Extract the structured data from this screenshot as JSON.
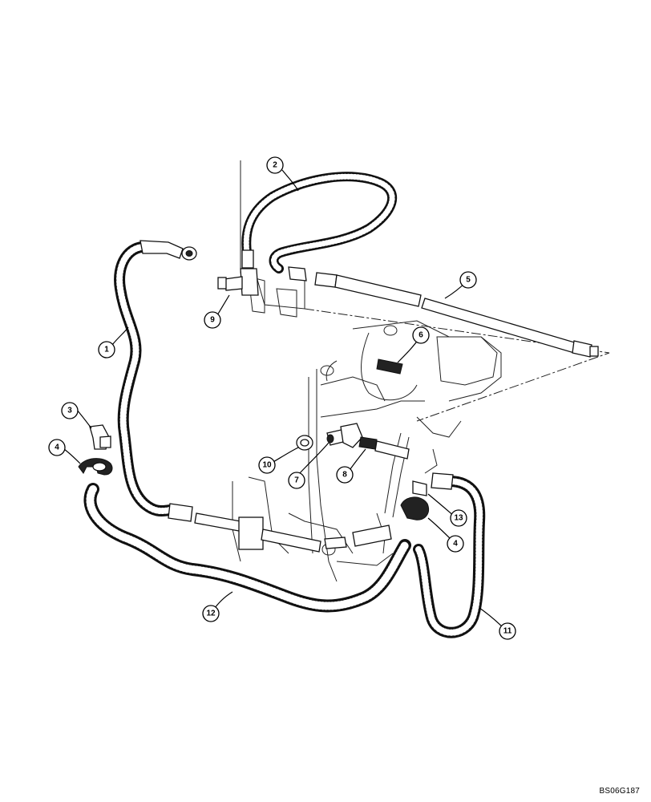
{
  "diagram": {
    "drawing_id": "BS06G187",
    "callouts": [
      {
        "id": "c1",
        "label": "1"
      },
      {
        "id": "c2",
        "label": "2"
      },
      {
        "id": "c3",
        "label": "3"
      },
      {
        "id": "c4a",
        "label": "4"
      },
      {
        "id": "c4b",
        "label": "4"
      },
      {
        "id": "c5",
        "label": "5"
      },
      {
        "id": "c6",
        "label": "6"
      },
      {
        "id": "c7",
        "label": "7"
      },
      {
        "id": "c8",
        "label": "8"
      },
      {
        "id": "c9",
        "label": "9"
      },
      {
        "id": "c10",
        "label": "10"
      },
      {
        "id": "c11",
        "label": "11"
      },
      {
        "id": "c12",
        "label": "12"
      },
      {
        "id": "c13",
        "label": "13"
      }
    ]
  }
}
